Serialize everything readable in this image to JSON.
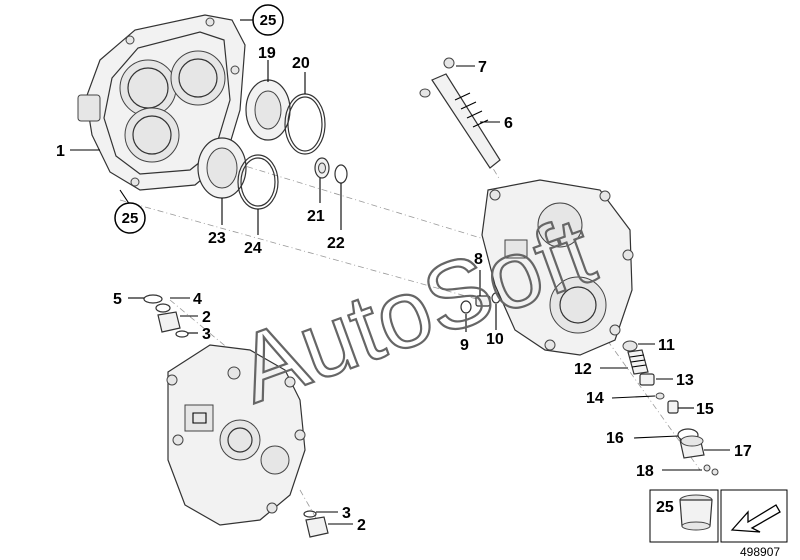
{
  "diagram": {
    "callouts": {
      "c1": "1",
      "c2a": "2",
      "c2b": "2",
      "c3a": "3",
      "c3b": "3",
      "c4": "4",
      "c5": "5",
      "c6": "6",
      "c7": "7",
      "c8": "8",
      "c9": "9",
      "c10": "10",
      "c11": "11",
      "c12": "12",
      "c13": "13",
      "c14": "14",
      "c15": "15",
      "c16": "16",
      "c17": "17",
      "c18": "18",
      "c19": "19",
      "c20": "20",
      "c21": "21",
      "c22": "22",
      "c23": "23",
      "c24": "24",
      "c25a": "25",
      "c25b": "25",
      "c25c": "25"
    },
    "watermark": "AutoSoft",
    "reference_number": "498907"
  }
}
